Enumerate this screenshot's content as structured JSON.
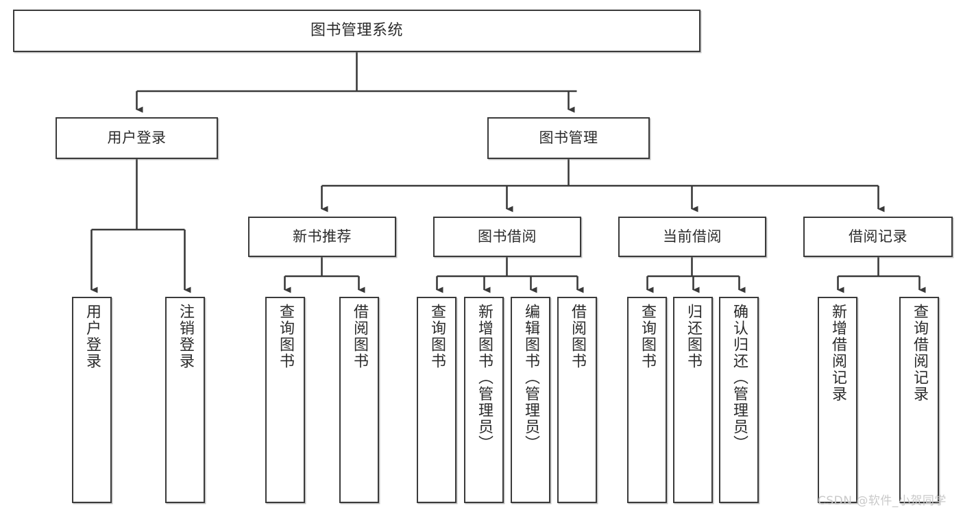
{
  "diagram": {
    "title": "图书管理系统",
    "type": "tree",
    "colors": {
      "box_border": "#3a3a3a",
      "box_fill": "#ffffff",
      "connector": "#3a3a3a",
      "text": "#2b2b2b",
      "watermark": "#c9c9c9",
      "background": "#ffffff"
    },
    "root": {
      "label": "图书管理系统"
    },
    "level1": [
      {
        "id": "user-login",
        "label": "用户登录"
      },
      {
        "id": "book-manage",
        "label": "图书管理"
      }
    ],
    "level2": [
      {
        "id": "new-book-rec",
        "label": "新书推荐"
      },
      {
        "id": "book-borrow",
        "label": "图书借阅"
      },
      {
        "id": "current-borrow",
        "label": "当前借阅"
      },
      {
        "id": "borrow-record",
        "label": "借阅记录"
      }
    ],
    "leaves": [
      {
        "id": "leaf-user-login",
        "label": "用户登录",
        "parent": "user-login"
      },
      {
        "id": "leaf-user-logout",
        "label": "注销登录",
        "parent": "user-login"
      },
      {
        "id": "leaf-query-book-1",
        "label": "查询图书",
        "parent": "new-book-rec"
      },
      {
        "id": "leaf-borrow-book-1",
        "label": "借阅图书",
        "parent": "new-book-rec"
      },
      {
        "id": "leaf-query-book-2",
        "label": "查询图书",
        "parent": "book-borrow"
      },
      {
        "id": "leaf-add-book",
        "label": "新增图书（管理员）",
        "parent": "book-borrow"
      },
      {
        "id": "leaf-edit-book",
        "label": "编辑图书（管理员）",
        "parent": "book-borrow"
      },
      {
        "id": "leaf-borrow-book-2",
        "label": "借阅图书",
        "parent": "book-borrow"
      },
      {
        "id": "leaf-query-book-3",
        "label": "查询图书",
        "parent": "current-borrow"
      },
      {
        "id": "leaf-return-book",
        "label": "归还图书",
        "parent": "current-borrow"
      },
      {
        "id": "leaf-confirm-return",
        "label": "确认归还（管理员）",
        "parent": "current-borrow"
      },
      {
        "id": "leaf-add-record",
        "label": "新增借阅记录",
        "parent": "borrow-record"
      },
      {
        "id": "leaf-query-record",
        "label": "查询借阅记录",
        "parent": "borrow-record"
      }
    ]
  },
  "watermark": {
    "text": "CSDN @软件_小贺同学"
  }
}
